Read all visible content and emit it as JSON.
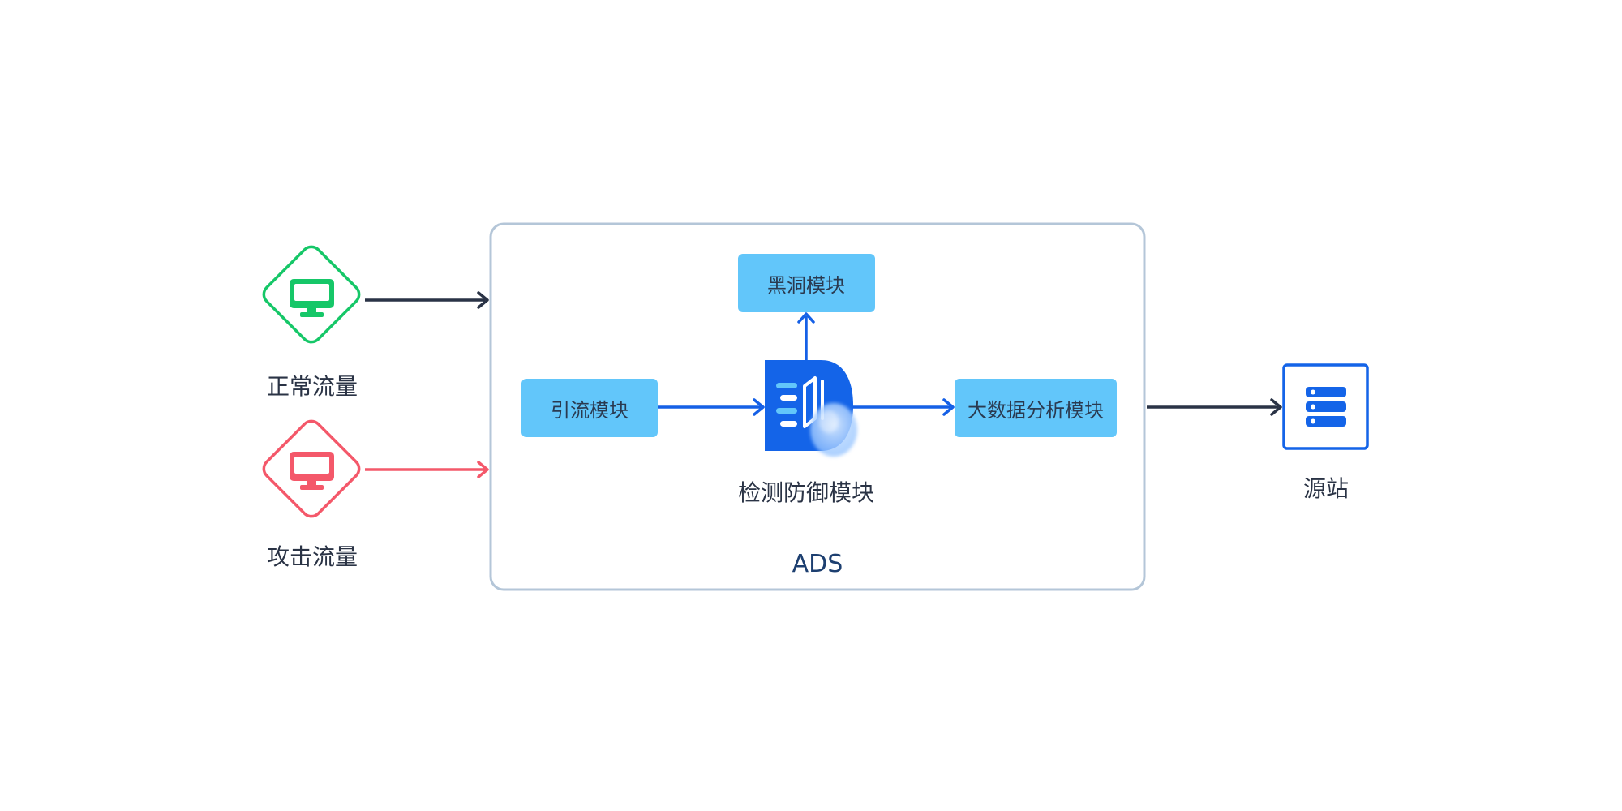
{
  "nodes": {
    "normal_traffic": {
      "label": "正常流量",
      "icon": "monitor-icon",
      "color": "#16c768"
    },
    "attack_traffic": {
      "label": "攻击流量",
      "icon": "monitor-icon",
      "color": "#f4586a"
    },
    "ads": {
      "label": "ADS",
      "border_color": "#b4c6d8"
    },
    "diversion_module": {
      "label": "引流模块"
    },
    "blackhole_module": {
      "label": "黑洞模块"
    },
    "detection_module": {
      "label": "检测防御模块",
      "icon": "shield-document-icon"
    },
    "bigdata_module": {
      "label": "大数据分析模块"
    },
    "origin_server": {
      "label": "源站",
      "icon": "server-icon",
      "color": "#1464e8"
    }
  },
  "colors": {
    "module_fill": "#62c6fa",
    "flow_arrow": "#1560e6",
    "dark_arrow": "#2a3346",
    "attack_arrow": "#f4586a"
  },
  "edges": [
    {
      "from": "正常流量",
      "to": "ADS"
    },
    {
      "from": "攻击流量",
      "to": "ADS"
    },
    {
      "from": "引流模块",
      "to": "检测防御模块"
    },
    {
      "from": "检测防御模块",
      "to": "黑洞模块"
    },
    {
      "from": "检测防御模块",
      "to": "大数据分析模块"
    },
    {
      "from": "ADS",
      "to": "源站"
    }
  ]
}
